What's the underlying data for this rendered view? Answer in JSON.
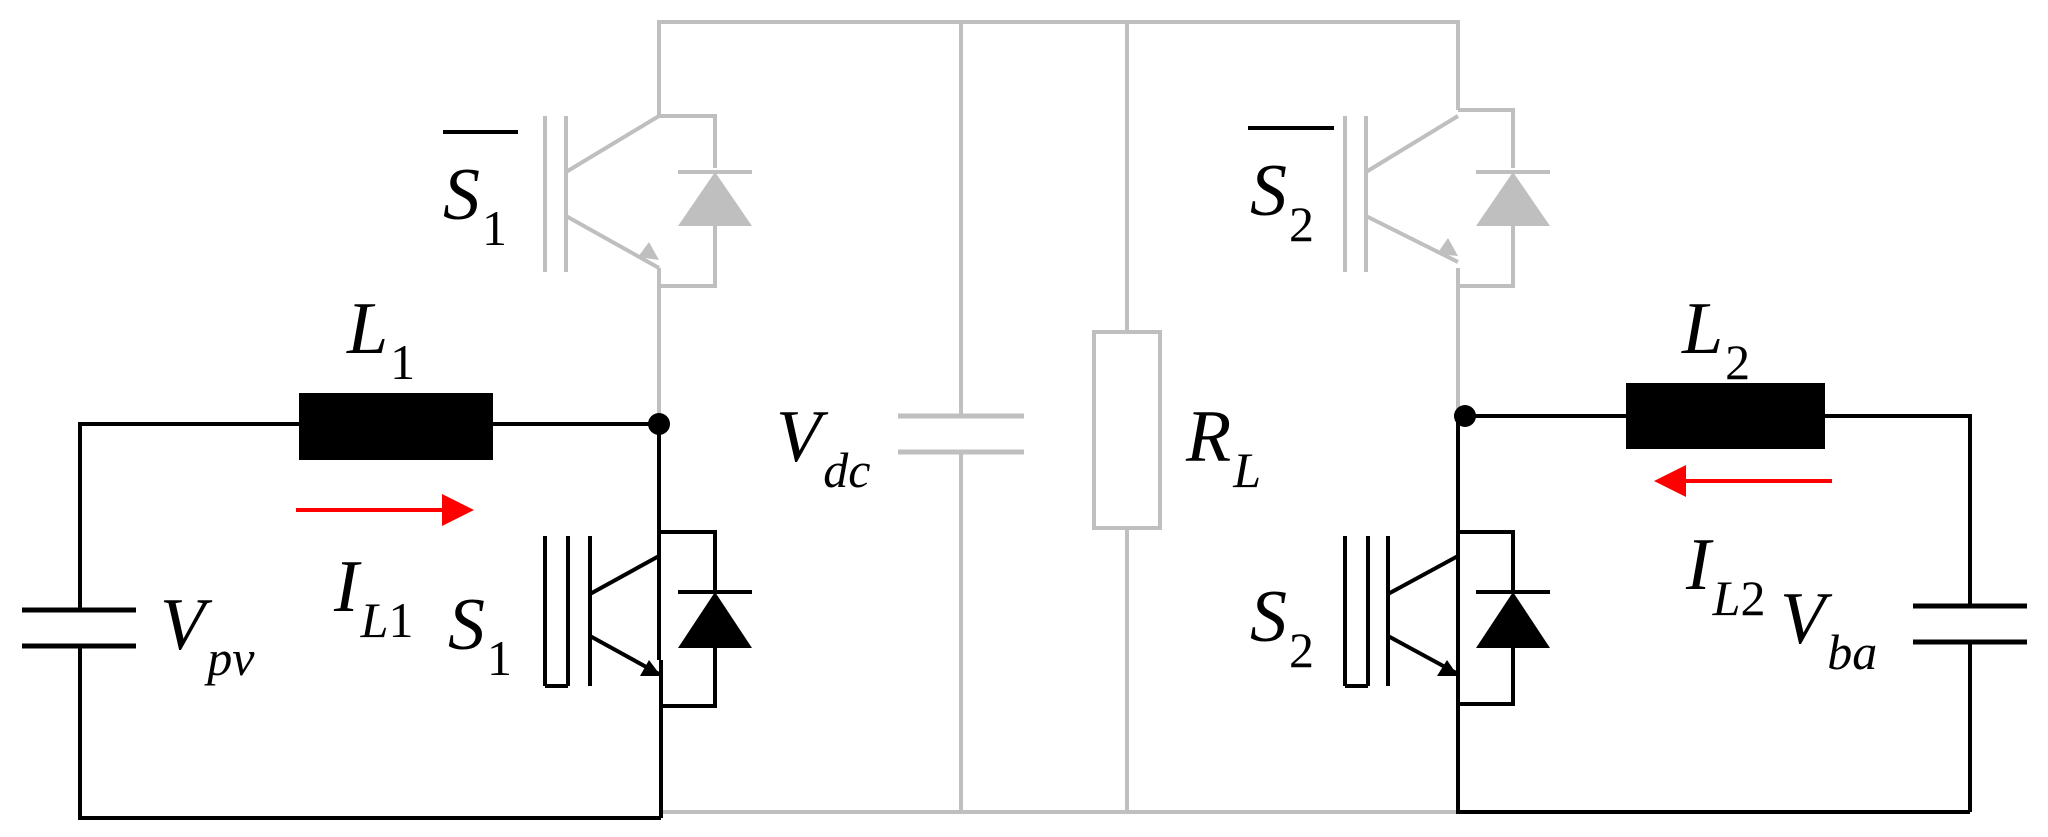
{
  "diagram": {
    "colors": {
      "active": "#000000",
      "inactive": "#bfbfbf",
      "current_arrow": "#ff0000"
    },
    "labels": {
      "L1": {
        "main": "L",
        "sub": "1"
      },
      "IL1": {
        "main": "I",
        "sub_italic": "L",
        "sub_upright": "1"
      },
      "Vpv": {
        "main": "V",
        "sub": "pv"
      },
      "S1": {
        "main": "S",
        "sub": "1"
      },
      "S1bar": {
        "main": "S",
        "sub": "1"
      },
      "Vdc": {
        "main": "V",
        "sub": "dc"
      },
      "RL": {
        "main": "R",
        "sub": "L"
      },
      "S2bar": {
        "main": "S",
        "sub": "2"
      },
      "S2": {
        "main": "S",
        "sub": "2"
      },
      "L2": {
        "main": "L",
        "sub": "2"
      },
      "IL2": {
        "main": "I",
        "sub_italic": "L",
        "sub_upright": "2"
      },
      "Vba": {
        "main": "V",
        "sub": "ba"
      }
    }
  }
}
